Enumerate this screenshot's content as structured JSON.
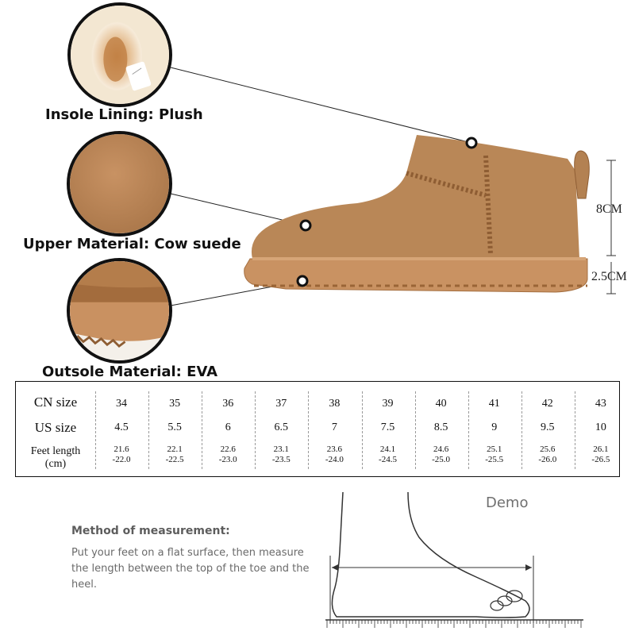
{
  "callouts": {
    "insole": "Insole Lining: Plush",
    "upper": "Upper Material: Cow suede",
    "outsole": "Outsole Material: EVA"
  },
  "dimensions": {
    "shaft_height": "8CM",
    "sole_height": "2.5CM"
  },
  "size_table": {
    "row_labels": {
      "cn": "CN size",
      "us": "US size",
      "feet_line1": "Feet length",
      "feet_line2": "(cm)"
    },
    "columns": [
      {
        "cn": "34",
        "us": "4.5",
        "len_from": "21.6",
        "len_to": "-22.0"
      },
      {
        "cn": "35",
        "us": "5.5",
        "len_from": "22.1",
        "len_to": "-22.5"
      },
      {
        "cn": "36",
        "us": "6",
        "len_from": "22.6",
        "len_to": "-23.0"
      },
      {
        "cn": "37",
        "us": "6.5",
        "len_from": "23.1",
        "len_to": "-23.5"
      },
      {
        "cn": "38",
        "us": "7",
        "len_from": "23.6",
        "len_to": "-24.0"
      },
      {
        "cn": "39",
        "us": "7.5",
        "len_from": "24.1",
        "len_to": "-24.5"
      },
      {
        "cn": "40",
        "us": "8.5",
        "len_from": "24.6",
        "len_to": "-25.0"
      },
      {
        "cn": "41",
        "us": "9",
        "len_from": "25.1",
        "len_to": "-25.5"
      },
      {
        "cn": "42",
        "us": "9.5",
        "len_from": "25.6",
        "len_to": "-26.0"
      },
      {
        "cn": "43",
        "us": "10",
        "len_from": "26.1",
        "len_to": "-26.5"
      }
    ]
  },
  "measurement": {
    "title": "Method of measurement:",
    "text": "Put your feet on a flat surface,  then measure the length between the top of the toe and the heel.",
    "demo": "Demo"
  },
  "colors": {
    "suede": "#b98757",
    "suede_dark": "#9c6b40",
    "sole": "#c9905a",
    "fur": "#f3e7d2"
  }
}
